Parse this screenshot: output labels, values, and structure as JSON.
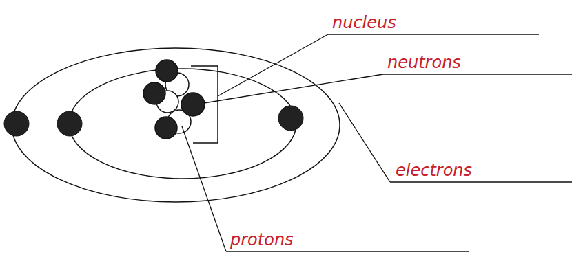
{
  "diagram": {
    "labels": [
      "nucleus",
      "neutrons",
      "electrons",
      "protons"
    ]
  }
}
